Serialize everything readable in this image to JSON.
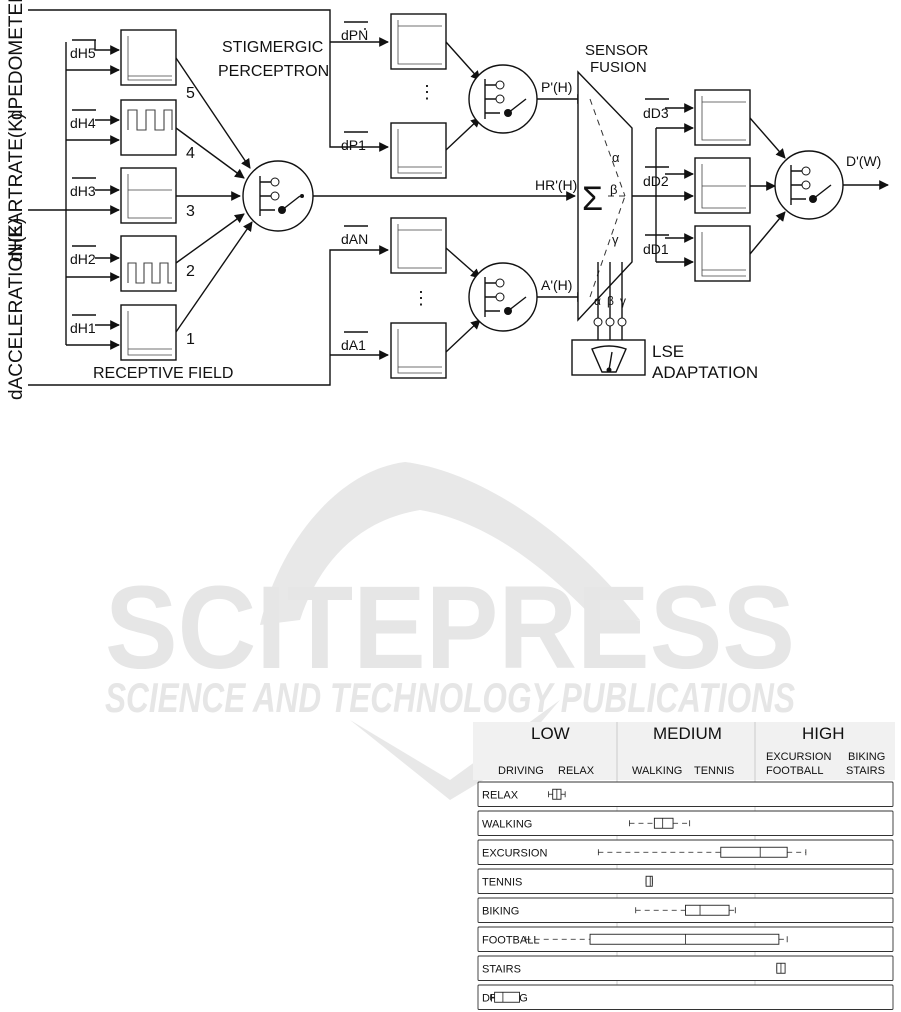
{
  "watermark": {
    "title": "SCITEPRESS",
    "subtitle": "SCIENCE AND TECHNOLOGY PUBLICATIONS"
  },
  "diagram": {
    "inputs": {
      "pedometer": "dPEDOMETER(K)",
      "heartrate": "dHEARTRATE(K)",
      "acceleration": "dACCELERATION(K)"
    },
    "thresholds_h": [
      "dH5",
      "dH4",
      "dH3",
      "dH2",
      "dH1"
    ],
    "receptive_numbers": [
      "5",
      "4",
      "3",
      "2",
      "1"
    ],
    "stigmergic_title_1": "STIGMERGIC",
    "stigmergic_title_2": "PERCEPTRON",
    "receptive_field": "RECEPTIVE FIELD",
    "pedometer_thresholds": [
      "dPN",
      "dP1"
    ],
    "acceleration_thresholds": [
      "dAN",
      "dA1"
    ],
    "dots": "⋮",
    "fusion_title_1": "SENSOR",
    "fusion_title_2": "FUSION",
    "p_out": "P'(H)",
    "hr_out": "HR'(H)",
    "a_out": "A'(H)",
    "sum": "Σ",
    "alpha": "α",
    "beta": "β",
    "gamma": "γ",
    "lse_1": "LSE",
    "lse_2": "ADAPTATION",
    "d_thresholds": [
      "dD3",
      "dD2",
      "dD1"
    ],
    "output": "D'(W)"
  },
  "chart_data": {
    "type": "boxplot",
    "levels": [
      "LOW",
      "MEDIUM",
      "HIGH"
    ],
    "column_labels": [
      "DRIVING",
      "RELAX",
      "WALKING",
      "TENNIS",
      "EXCURSION",
      "FOOTBALL",
      "BIKING",
      "STAIRS"
    ],
    "xlim": [
      0,
      1
    ],
    "rows": [
      {
        "name": "RELAX",
        "whisker_low": 0.34,
        "q1": 0.36,
        "median": 0.38,
        "q3": 0.4,
        "whisker_high": 0.42
      },
      {
        "name": "WALKING",
        "whisker_low": 0.73,
        "q1": 0.85,
        "median": 0.89,
        "q3": 0.94,
        "whisker_high": 1.02
      },
      {
        "name": "EXCURSION",
        "whisker_low": 0.58,
        "q1": 1.17,
        "median": 1.36,
        "q3": 1.49,
        "whisker_high": 1.58
      },
      {
        "name": "TENNIS",
        "whisker_low": 0.81,
        "q1": 0.81,
        "median": 0.83,
        "q3": 0.84,
        "whisker_high": 0.84
      },
      {
        "name": "BIKING",
        "whisker_low": 0.76,
        "q1": 1.0,
        "median": 1.07,
        "q3": 1.21,
        "whisker_high": 1.24
      },
      {
        "name": "FOOTBALL",
        "whisker_low": 0.23,
        "q1": 0.54,
        "median": 1.0,
        "q3": 1.45,
        "whisker_high": 1.49
      },
      {
        "name": "STAIRS",
        "whisker_low": 1.44,
        "q1": 1.44,
        "median": 1.46,
        "q3": 1.48,
        "whisker_high": 1.48
      },
      {
        "name": "DRIVING",
        "whisker_low": 0.06,
        "q1": 0.08,
        "median": 0.12,
        "q3": 0.2,
        "whisker_high": 0.2
      }
    ]
  }
}
